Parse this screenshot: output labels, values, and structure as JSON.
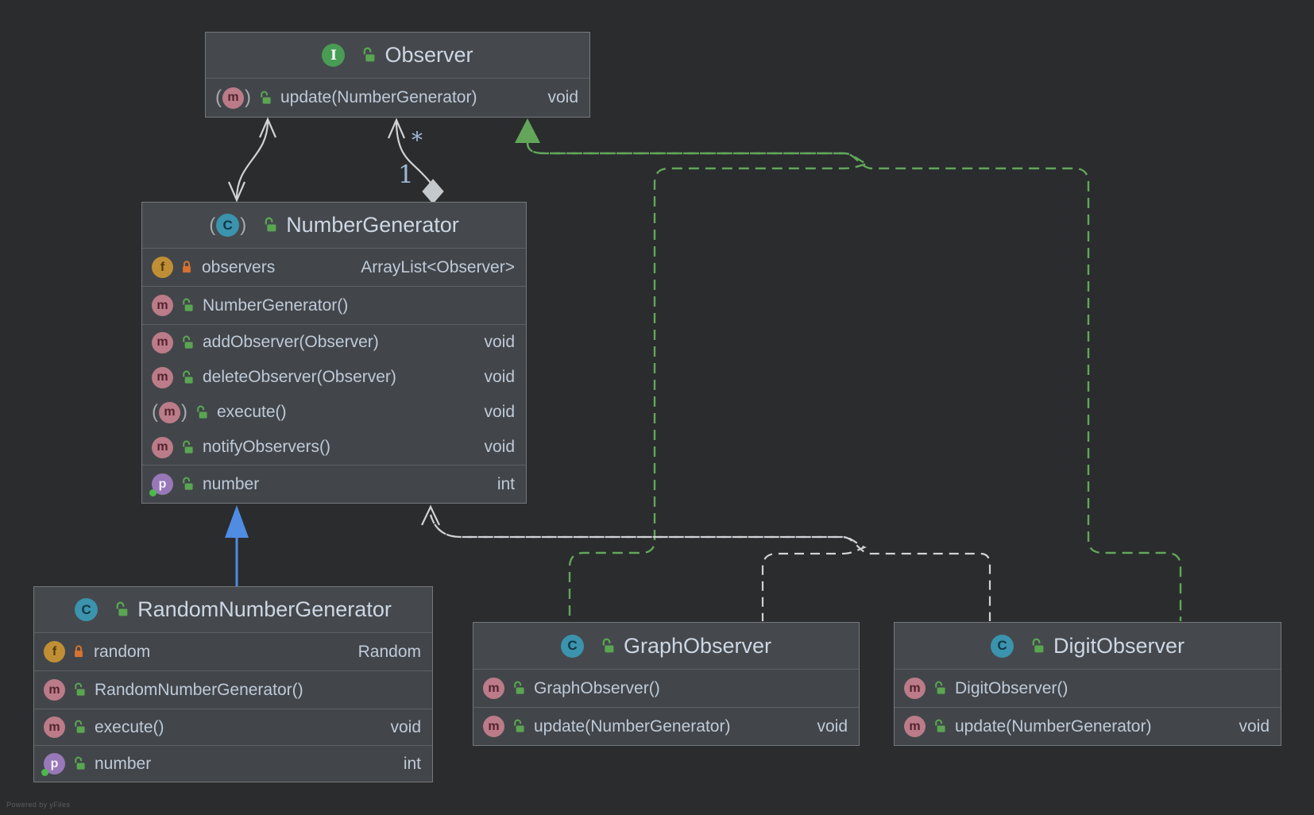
{
  "canvas": {
    "watermark": "Powered by yFiles"
  },
  "colors": {
    "canvas-bg": "#2a2c2e",
    "node-bg": "#42464a",
    "node-title-bg": "#45494d",
    "node-border": "#75787b",
    "node-sep": "#5d6165",
    "node-text": "#bfcad8",
    "node-title-text": "#cdd7e3",
    "edge-white": "#d0d3d5",
    "edge-green": "#63a65a",
    "edge-blue": "#4f8ce2",
    "icon-interface": "#499c54",
    "icon-class": "#3b93ad",
    "icon-method": "#bb7b88",
    "icon-field": "#c08f35",
    "icon-property": "#9878b8",
    "lock-public": "#5aa552",
    "lock-private": "#d9722f",
    "label-text": "#9db8d6"
  },
  "classes": [
    {
      "title": "Observer",
      "kind": "interface",
      "icon": "I",
      "members": [
        {
          "icon": "m",
          "name": "update(NumberGenerator)",
          "type": "void"
        }
      ]
    },
    {
      "title": "NumberGenerator",
      "kind": "abstract-class",
      "icon": "C",
      "members": [
        {
          "icon": "f",
          "name": "observers",
          "type": "ArrayList<Observer>"
        },
        {
          "icon": "m",
          "name": "NumberGenerator()",
          "type": ""
        },
        {
          "icon": "m",
          "name": "addObserver(Observer)",
          "type": "void"
        },
        {
          "icon": "m",
          "name": "deleteObserver(Observer)",
          "type": "void"
        },
        {
          "icon": "m",
          "name": "execute()",
          "type": "void"
        },
        {
          "icon": "m",
          "name": "notifyObservers()",
          "type": "void"
        },
        {
          "icon": "p",
          "name": "number",
          "type": "int"
        }
      ]
    },
    {
      "title": "RandomNumberGenerator",
      "kind": "class",
      "icon": "C",
      "members": [
        {
          "icon": "f",
          "name": "random",
          "type": "Random"
        },
        {
          "icon": "m",
          "name": "RandomNumberGenerator()",
          "type": ""
        },
        {
          "icon": "m",
          "name": "execute()",
          "type": "void"
        },
        {
          "icon": "p",
          "name": "number",
          "type": "int"
        }
      ]
    },
    {
      "title": "GraphObserver",
      "kind": "class",
      "icon": "C",
      "members": [
        {
          "icon": "m",
          "name": "GraphObserver()",
          "type": ""
        },
        {
          "icon": "m",
          "name": "update(NumberGenerator)",
          "type": "void"
        }
      ]
    },
    {
      "title": "DigitObserver",
      "kind": "class",
      "icon": "C",
      "members": [
        {
          "icon": "m",
          "name": "DigitObserver()",
          "type": ""
        },
        {
          "icon": "m",
          "name": "update(NumberGenerator)",
          "type": "void"
        }
      ]
    }
  ],
  "edge_labels": {
    "one": "1",
    "many": "*"
  }
}
